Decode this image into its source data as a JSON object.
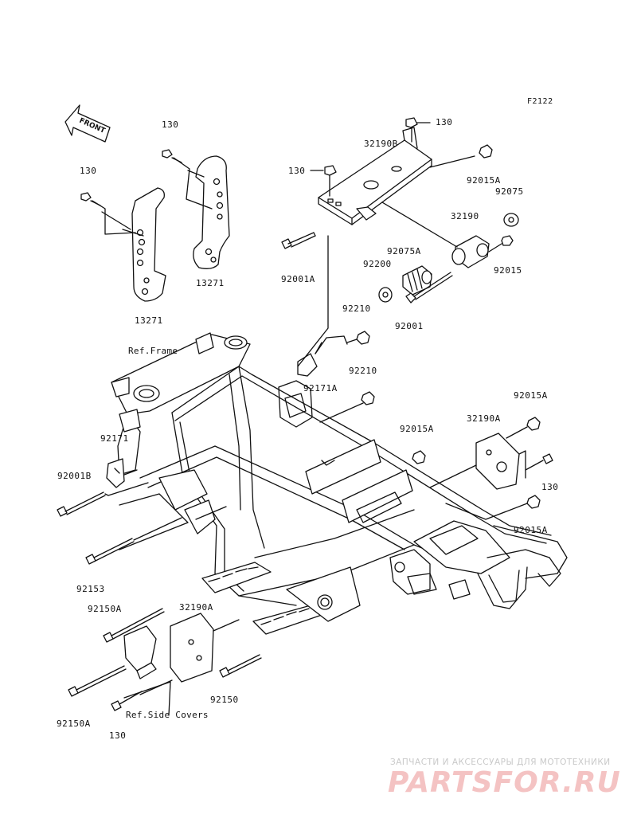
{
  "figure_code": "F2122",
  "front_label": "FRONT",
  "labels": {
    "p130_a": "130",
    "p130_b": "130",
    "p130_c": "130",
    "p130_d": "130",
    "p130_e": "130",
    "p130_f": "130",
    "p32190b": "32190B",
    "p92015a_1": "92015A",
    "p92075": "92075",
    "p32190": "32190",
    "p92075a": "92075A",
    "p92015": "92015",
    "p92200": "92200",
    "p92001a": "92001A",
    "p92001": "92001",
    "p13271_a": "13271",
    "p13271_b": "13271",
    "p92210_a": "92210",
    "p92210_b": "92210",
    "p92171a": "92171A",
    "p92015a_2": "92015A",
    "p32190a_1": "32190A",
    "p92015a_3": "92015A",
    "p92015a_4": "92015A",
    "p92171": "92171",
    "p92001b": "92001B",
    "p92153": "92153",
    "p92150a_1": "92150A",
    "p32190a_2": "32190A",
    "p92150": "92150",
    "p92150a_2": "92150A"
  },
  "refs": {
    "frame": "Ref.Frame",
    "side_covers": "Ref.Side Covers"
  },
  "watermark": {
    "tagline": "ЗАПЧАСТИ И АКСЕССУАРЫ ДЛЯ МОТОТЕХНИКИ",
    "logo": "PARTSFOR.RU"
  }
}
